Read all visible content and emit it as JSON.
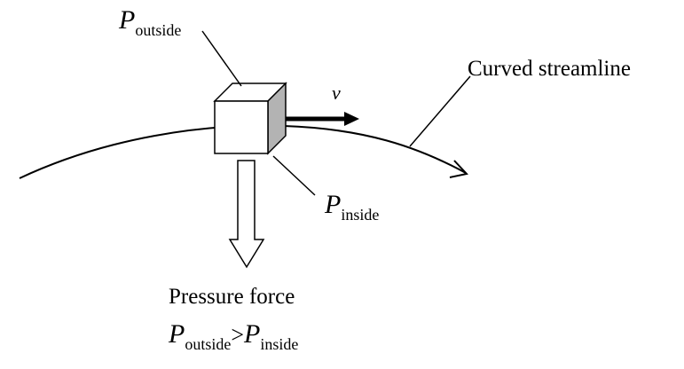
{
  "labels": {
    "p_outside_symbol": "P",
    "p_outside_sub": "outside",
    "velocity": "v",
    "streamline": "Curved streamline",
    "p_inside_symbol": "P",
    "p_inside_sub": "inside",
    "pressure_force": "Pressure force",
    "relation_p1": "P",
    "relation_p1_sub": "outside",
    "relation_op": ">",
    "relation_p2": "P",
    "relation_p2_sub": "inside"
  },
  "colors": {
    "ink": "#000000",
    "box_shade": "#b3b3b3",
    "background": "#ffffff"
  }
}
